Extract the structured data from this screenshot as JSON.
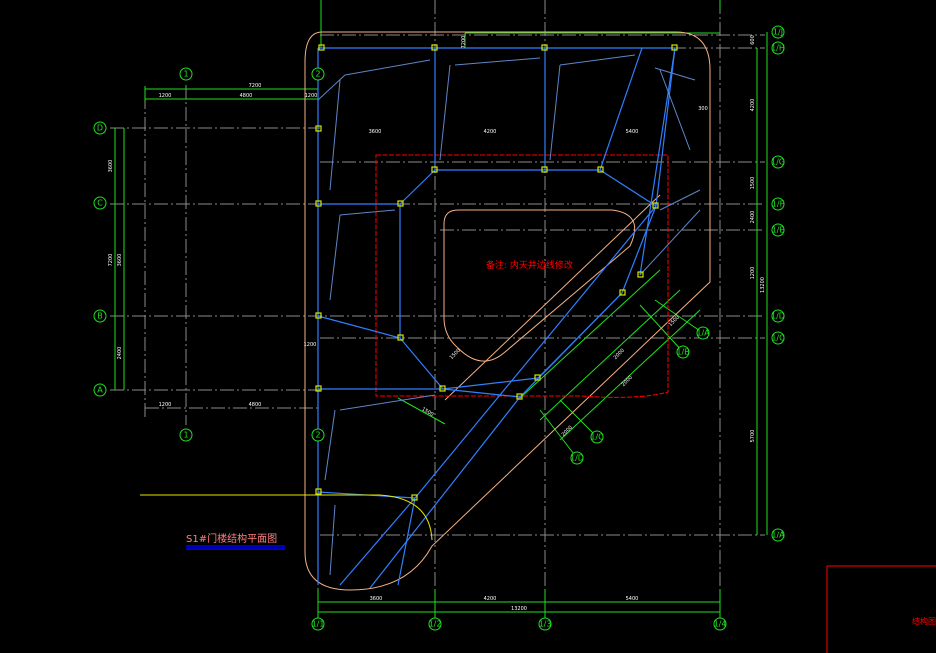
{
  "drawing": {
    "title": "S1#门楼结构平面图",
    "note": "备注: 内天井边线修改",
    "titleblock_text": "结构图",
    "colors": {
      "background": "#000000",
      "grid_bubble": "#1fe01f",
      "beam": "#2f7fff",
      "outline": "#f4b183",
      "revision_cloud": "#ff0000",
      "title": "#ff8080",
      "underline": "#0000ff",
      "yellow": "#e6e600"
    }
  },
  "axes": {
    "bottom": [
      "1/1",
      "1/2",
      "1/3",
      "1/4"
    ],
    "right": [
      "1/J",
      "1/H",
      "1/G",
      "1/F",
      "1/E",
      "1/D",
      "1/C",
      "1/A"
    ],
    "left": [
      "D",
      "C",
      "B",
      "A"
    ],
    "left_top": [
      "1",
      "2"
    ],
    "left_bottom": [
      "1",
      "2"
    ],
    "diagonal": [
      "1/A",
      "1/B",
      "1/C",
      "1/D"
    ]
  },
  "dimensions": {
    "top": [
      "7200"
    ],
    "left_top": [
      "7200",
      "1200",
      "4800",
      "1200"
    ],
    "left_bottom": [
      "1200",
      "4800"
    ],
    "left_side": [
      "3600",
      "7200",
      "3600",
      "2400"
    ],
    "bottom_row1": [
      "3600",
      "4200",
      "5400"
    ],
    "bottom_total": [
      "13200"
    ],
    "right": [
      "600",
      "4200",
      "1500",
      "2400",
      "1200",
      "5700",
      "13200"
    ],
    "interior": [
      "3600",
      "4200",
      "5400",
      "2000",
      "2000",
      "2000",
      "1500",
      "1500",
      "1500",
      "1200",
      "300"
    ]
  }
}
